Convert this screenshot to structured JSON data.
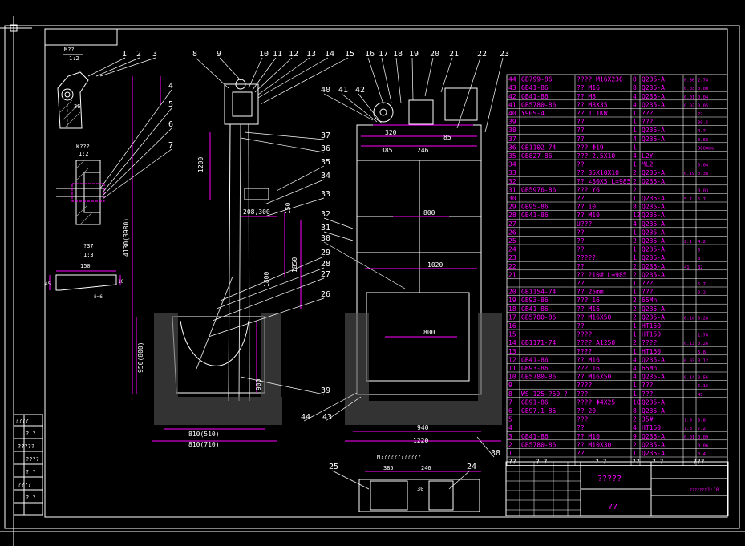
{
  "drawing": {
    "part_labels": [
      "1",
      "2",
      "3",
      "4",
      "5",
      "6",
      "7",
      "8",
      "9",
      "10",
      "11",
      "12",
      "13",
      "14",
      "15",
      "16",
      "17",
      "18",
      "19",
      "20",
      "21",
      "22",
      "23",
      "24",
      "25",
      "26",
      "27",
      "28",
      "29",
      "30",
      "31",
      "32",
      "33",
      "34",
      "35",
      "36",
      "37",
      "38",
      "39",
      "40",
      "41",
      "42",
      "44",
      "43"
    ],
    "views": {
      "view_m": "M??",
      "view_m_scale": "1:2",
      "view_k": "K???",
      "view_k_scale": "1:2",
      "view_37": "?37",
      "view_37_scale": "1:3",
      "bottom_view": "M????????????"
    },
    "dims": {
      "d150": "150",
      "d45": "45",
      "d10": "10",
      "d_t6": "δ=6",
      "d1200": "1200",
      "d4130": "4130(3980)",
      "d950": "950(800)",
      "d810a": "810(510)",
      "d810b": "810(710)",
      "d208": "208,300",
      "d150b": "150",
      "d1850": "1850",
      "d1800": "1800",
      "d900": "900",
      "d320": "320",
      "d385": "385",
      "d246": "246",
      "d85": "85",
      "d800a": "800",
      "d1020": "1020",
      "d800b": "800",
      "d940": "940",
      "d1220": "1220",
      "d385b": "385",
      "d246b": "246",
      "d30": "30",
      "d36": "36"
    },
    "bom_rows": [
      {
        "no": "44",
        "code": "GB799-86",
        "name": "????  M16X230",
        "qty": "8",
        "mat": "Q235-A",
        "w1": "0.36",
        "w2": "2.78"
      },
      {
        "no": "43",
        "code": "GB41-86",
        "name": "??  M16",
        "qty": "8",
        "mat": "Q235-A",
        "w1": "0.03",
        "w2": "0.00"
      },
      {
        "no": "42",
        "code": "GB41-86",
        "name": "??  M8",
        "qty": "4",
        "mat": "Q235-A",
        "w1": "0.01",
        "w2": "0.04"
      },
      {
        "no": "41",
        "code": "GB5780-86",
        "name": "??  M8X35",
        "qty": "4",
        "mat": "Q235-A",
        "w1": "0.02",
        "w2": "0.05"
      },
      {
        "no": "40",
        "code": "Y90S-4",
        "name": "??  1.1KW",
        "qty": "1",
        "mat": "???",
        "w1": "",
        "w2": "22"
      },
      {
        "no": "39",
        "code": "",
        "name": "??",
        "qty": "1",
        "mat": "???",
        "w1": "",
        "w2": "30.5"
      },
      {
        "no": "38",
        "code": "",
        "name": "??",
        "qty": "1",
        "mat": "Q235-A",
        "w1": "",
        "w2": "4.7"
      },
      {
        "no": "37",
        "code": "",
        "name": "??",
        "qty": "4",
        "mat": "Q235-A",
        "w1": "",
        "w2": "0.68"
      },
      {
        "no": "36",
        "code": "GB1102-74",
        "name": "???   Φ19",
        "qty": "1",
        "mat": "",
        "w1": "",
        "w2": "3800mm"
      },
      {
        "no": "35",
        "code": "GB827-86",
        "name": "???  2.5X10",
        "qty": "4",
        "mat": "L2Y",
        "w1": "",
        "w2": ""
      },
      {
        "no": "34",
        "code": "",
        "name": "??",
        "qty": "1",
        "mat": "ML2",
        "w1": "",
        "w2": "0.04"
      },
      {
        "no": "33",
        "code": "",
        "name": "??  35X10X10",
        "qty": "2",
        "mat": "Q235-A",
        "w1": "0.19",
        "w2": "0.38"
      },
      {
        "no": "32",
        "code": "",
        "name": "??  ∠50X5 L=985",
        "qty": "2",
        "mat": "Q235-A",
        "w1": "",
        "w2": ""
      },
      {
        "no": "31",
        "code": "GB5976-86",
        "name": "???  Y6",
        "qty": "2",
        "mat": "",
        "w1": "",
        "w2": "0.03"
      },
      {
        "no": "30",
        "code": "",
        "name": "??",
        "qty": "1",
        "mat": "Q235-A",
        "w1": "5.7",
        "w2": "5.7"
      },
      {
        "no": "29",
        "code": "GB95-86",
        "name": "??  10",
        "qty": "8",
        "mat": "Q235-A",
        "w1": "",
        "w2": ""
      },
      {
        "no": "28",
        "code": "GB41-86",
        "name": "??  M10",
        "qty": "12",
        "mat": "Q235-A",
        "w1": "",
        "w2": ""
      },
      {
        "no": "27",
        "code": "",
        "name": "U???",
        "qty": "4",
        "mat": "Q235-A",
        "w1": "",
        "w2": ""
      },
      {
        "no": "26",
        "code": "",
        "name": "??",
        "qty": "1",
        "mat": "Q235-A",
        "w1": "",
        "w2": ""
      },
      {
        "no": "25",
        "code": "",
        "name": "??",
        "qty": "2",
        "mat": "Q235-A",
        "w1": "2.1",
        "w2": "4.2"
      },
      {
        "no": "24",
        "code": "",
        "name": "??",
        "qty": "1",
        "mat": "Q235-A",
        "w1": "",
        "w2": "5"
      },
      {
        "no": "23",
        "code": "",
        "name": "?????",
        "qty": "1",
        "mat": "Q235-A",
        "w1": "",
        "w2": "3"
      },
      {
        "no": "22",
        "code": "",
        "name": "??",
        "qty": "2",
        "mat": "Q235-A",
        "w1": "41",
        "w2": "82"
      },
      {
        "no": "21",
        "code": "",
        "name": "?? ?10# L=985",
        "qty": "2",
        "mat": "Q235-A",
        "w1": "",
        "w2": ""
      },
      {
        "no": "",
        "code": "",
        "name": "??",
        "qty": "1",
        "mat": "???",
        "w1": "",
        "w2": "5.7"
      },
      {
        "no": "20",
        "code": "GB1154-74",
        "name": "??   25mm",
        "qty": "1",
        "mat": "???",
        "w1": "",
        "w2": "0.2"
      },
      {
        "no": "19",
        "code": "GB93-86",
        "name": "???   16",
        "qty": "2",
        "mat": "65Mn",
        "w1": "",
        "w2": ""
      },
      {
        "no": "18",
        "code": "GB41-86",
        "name": "??  M16",
        "qty": "2",
        "mat": "Q235-A",
        "w1": "",
        "w2": ""
      },
      {
        "no": "17",
        "code": "GB5780-86",
        "name": "??  M16X50",
        "qty": "2",
        "mat": "Q235-A",
        "w1": "0.14",
        "w2": "0.28"
      },
      {
        "no": "16",
        "code": "",
        "name": "??",
        "qty": "1",
        "mat": "HT150",
        "w1": "",
        "w2": ""
      },
      {
        "no": "15",
        "code": "",
        "name": "????",
        "qty": "1",
        "mat": "HT150",
        "w1": "",
        "w2": "1.76"
      },
      {
        "no": "14",
        "code": "GB1171-74",
        "name": "????     A1250",
        "qty": "2",
        "mat": "????",
        "w1": "0.13",
        "w2": "0.26"
      },
      {
        "no": "13",
        "code": "",
        "name": "????",
        "qty": "1",
        "mat": "HT150",
        "w1": "",
        "w2": "6.8"
      },
      {
        "no": "12",
        "code": "GB41-86",
        "name": "??  M16",
        "qty": "4",
        "mat": "Q235-A",
        "w1": "0.03",
        "w2": "0.12"
      },
      {
        "no": "11",
        "code": "GB93-86",
        "name": "???   16",
        "qty": "4",
        "mat": "65Mn",
        "w1": "",
        "w2": ""
      },
      {
        "no": "10",
        "code": "GB5780-86",
        "name": "??  M16X50",
        "qty": "4",
        "mat": "Q235-A",
        "w1": "0.14",
        "w2": "0.56"
      },
      {
        "no": "9",
        "code": "",
        "name": "????",
        "qty": "1",
        "mat": "???",
        "w1": "",
        "w2": "6.16"
      },
      {
        "no": "8",
        "code": "WS-125-?60-?",
        "name": "???",
        "qty": "1",
        "mat": "???",
        "w1": "",
        "w2": "45"
      },
      {
        "no": "7",
        "code": "GB91-86",
        "name": "????  Φ4X25",
        "qty": "10",
        "mat": "Q235-A",
        "w1": "",
        "w2": ""
      },
      {
        "no": "6",
        "code": "GB97.1-86",
        "name": "??   20",
        "qty": "8",
        "mat": "Q235-A",
        "w1": "",
        "w2": ""
      },
      {
        "no": "5",
        "code": "",
        "name": "???",
        "qty": "2",
        "mat": "35#",
        "w1": "1.9",
        "w2": "3.8"
      },
      {
        "no": "4",
        "code": "",
        "name": "??",
        "qty": "4",
        "mat": "HT150",
        "w1": "1.8",
        "w2": "7.2"
      },
      {
        "no": "3",
        "code": "GB41-86",
        "name": "??  M10",
        "qty": "9",
        "mat": "Q235-A",
        "w1": "0.01",
        "w2": "0.09"
      },
      {
        "no": "2",
        "code": "GB5780-86",
        "name": "??  M10X30",
        "qty": "2",
        "mat": "Q235-A",
        "w1": "",
        "w2": "0.06"
      },
      {
        "no": "1",
        "code": "",
        "name": "??",
        "qty": "1",
        "mat": "Q235-A",
        "w1": "",
        "w2": "0.4"
      }
    ],
    "bom_header": {
      "no": "??",
      "code": "? ?",
      "name": "? ?",
      "qty": "??",
      "mat": "? ?",
      "w": "???"
    },
    "title_block": {
      "drawing_name": "?????",
      "company": "??",
      "scale": "1:10",
      "sheet": "???????"
    },
    "left_stamp": {
      "a": "????",
      "b": "? ?",
      "c": "?????",
      "d": "????",
      "e": "? ?",
      "f": "????",
      "g": "? ?"
    }
  }
}
